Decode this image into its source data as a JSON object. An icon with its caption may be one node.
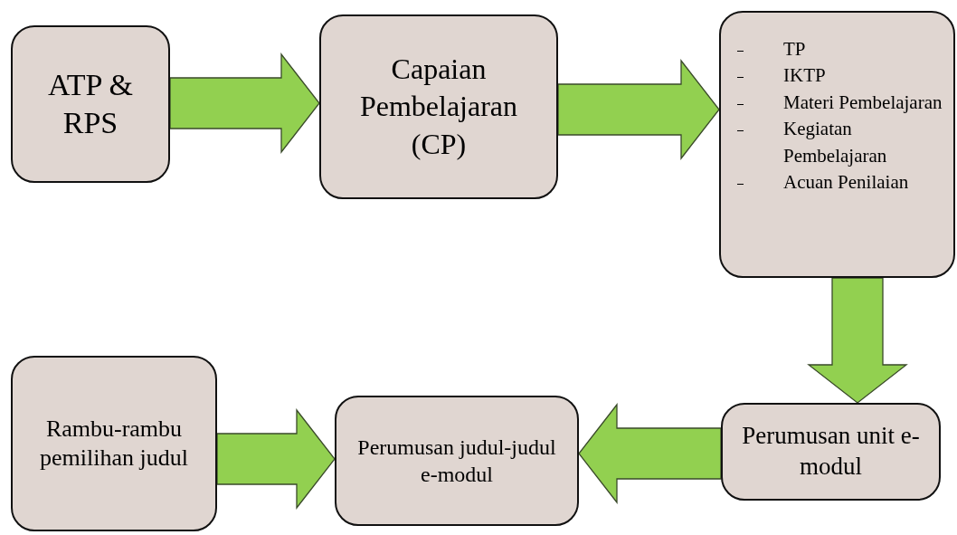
{
  "diagram": {
    "nodes": [
      {
        "text": [
          "ATP & RPS"
        ]
      },
      {
        "text": [
          "Capaian Pembelajaran (CP)"
        ]
      },
      {
        "text": [
          "TP",
          "IKTP",
          "Materi Pembelajaran",
          "Kegiatan Pembelajaran",
          "Acuan Penilaian"
        ]
      },
      {
        "text": [
          "Perumusan unit e-modul"
        ]
      },
      {
        "text": [
          "Perumusan judul-judul e-modul"
        ]
      },
      {
        "text": [
          "Rambu-rambu pemilihan judul"
        ]
      }
    ],
    "edges": [
      {
        "from": 0,
        "to": 1,
        "arrow": "to"
      },
      {
        "from": 1,
        "to": 2,
        "arrow": "to"
      },
      {
        "from": 2,
        "to": 3,
        "arrow": "to"
      },
      {
        "from": 3,
        "to": 4,
        "arrow": "to"
      },
      {
        "from": 5,
        "to": 4,
        "arrow": "to"
      }
    ]
  }
}
